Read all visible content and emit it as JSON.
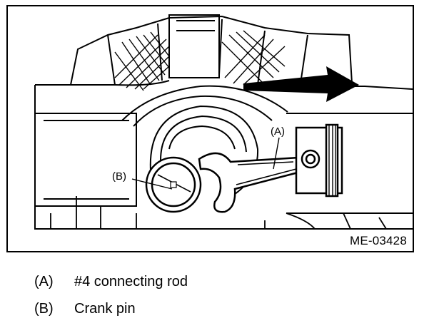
{
  "figure": {
    "id_label": "ME-03428",
    "callouts": [
      {
        "key": "(A)",
        "name": "connecting-rod"
      },
      {
        "key": "(B)",
        "name": "crank-pin"
      }
    ]
  },
  "legend": {
    "items": [
      {
        "key": "(A)",
        "text": "#4 connecting rod"
      },
      {
        "key": "(B)",
        "text": "Crank pin"
      }
    ]
  }
}
